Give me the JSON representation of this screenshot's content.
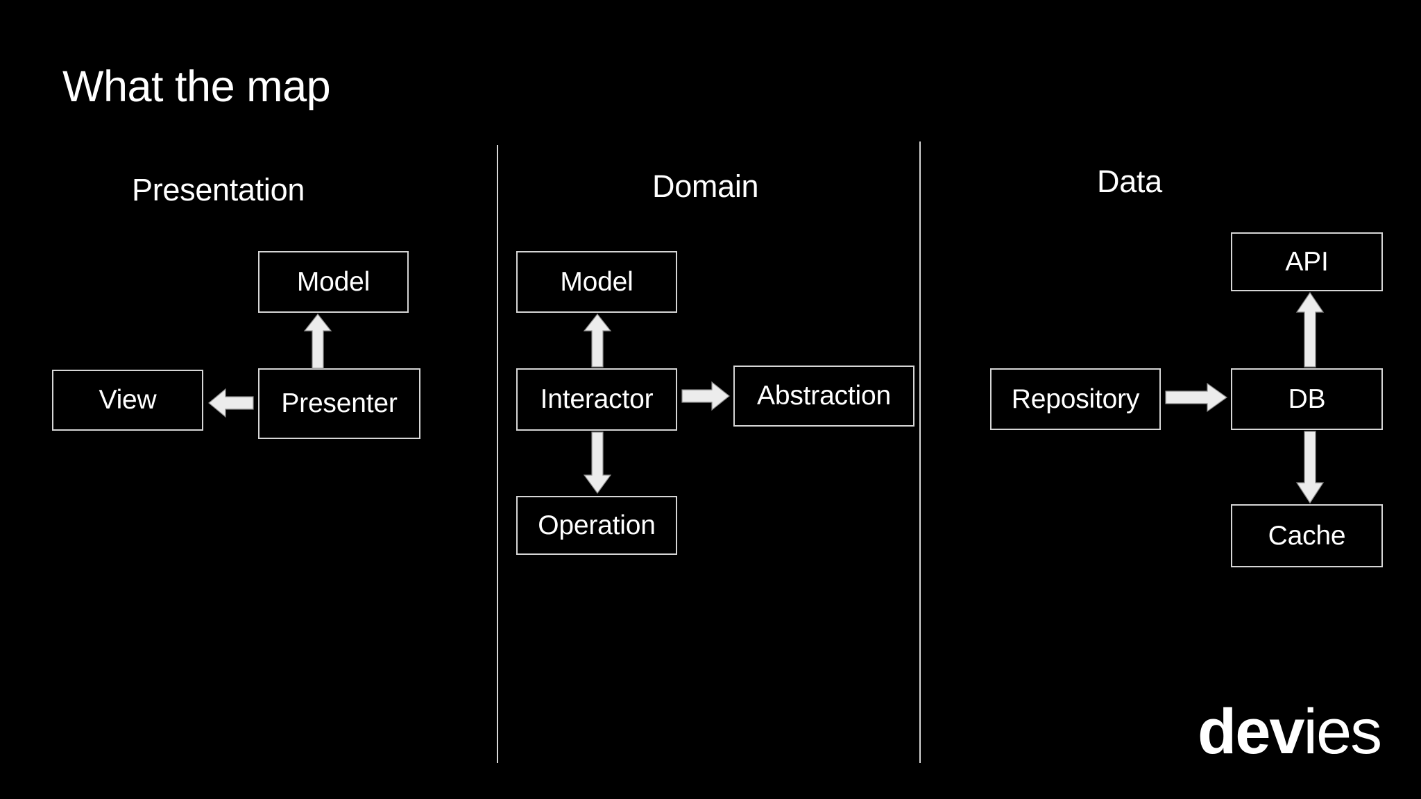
{
  "slide": {
    "title": "What the map",
    "background_color": "#000000",
    "text_color": "#ffffff",
    "box_border_color": "#d6d6d6",
    "arrow_fill_color": "#ececec",
    "divider_color": "#d8d8d8"
  },
  "columns": [
    {
      "id": "presentation",
      "header": "Presentation",
      "nodes": [
        {
          "id": "pres-model",
          "label": "Model"
        },
        {
          "id": "pres-view",
          "label": "View"
        },
        {
          "id": "pres-presenter",
          "label": "Presenter"
        }
      ],
      "arrows": [
        {
          "id": "presenter-to-model",
          "direction": "up",
          "from": "Presenter",
          "to": "Model"
        },
        {
          "id": "presenter-to-view",
          "direction": "left",
          "from": "Presenter",
          "to": "View"
        }
      ]
    },
    {
      "id": "domain",
      "header": "Domain",
      "nodes": [
        {
          "id": "dom-model",
          "label": "Model"
        },
        {
          "id": "dom-interactor",
          "label": "Interactor"
        },
        {
          "id": "dom-abstraction",
          "label": "Abstraction"
        },
        {
          "id": "dom-operation",
          "label": "Operation"
        }
      ],
      "arrows": [
        {
          "id": "interactor-to-model",
          "direction": "up",
          "from": "Interactor",
          "to": "Model"
        },
        {
          "id": "interactor-to-abstraction",
          "direction": "right",
          "from": "Interactor",
          "to": "Abstraction"
        },
        {
          "id": "interactor-to-operation",
          "direction": "down",
          "from": "Interactor",
          "to": "Operation"
        }
      ]
    },
    {
      "id": "data",
      "header": "Data",
      "nodes": [
        {
          "id": "data-api",
          "label": "API"
        },
        {
          "id": "data-repository",
          "label": "Repository"
        },
        {
          "id": "data-db",
          "label": "DB"
        },
        {
          "id": "data-cache",
          "label": "Cache"
        }
      ],
      "arrows": [
        {
          "id": "db-to-api",
          "direction": "up",
          "from": "DB",
          "to": "API"
        },
        {
          "id": "repository-to-db",
          "direction": "right",
          "from": "Repository",
          "to": "DB"
        },
        {
          "id": "db-to-cache",
          "direction": "down",
          "from": "DB",
          "to": "Cache"
        }
      ]
    }
  ],
  "logo": {
    "part_bold": "dev",
    "part_light": "ies",
    "full": "devies"
  }
}
